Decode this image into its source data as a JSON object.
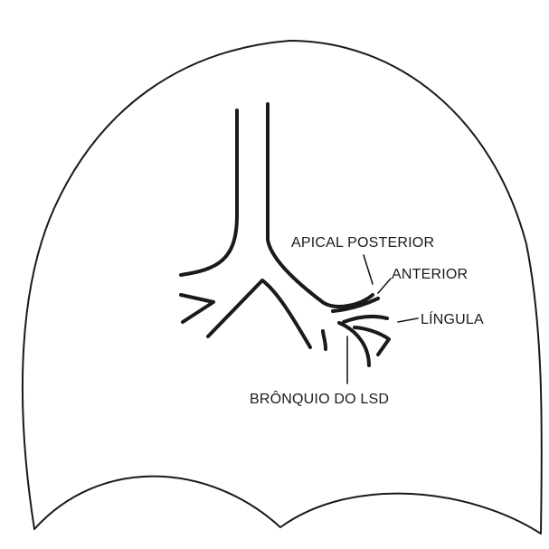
{
  "labels": {
    "apical_posterior": "APICAL POSTERIOR",
    "anterior": "ANTERIOR",
    "lingula": "LÍNGULA",
    "bronchus_lsd": "BRÔNQUIO DO LSD"
  }
}
